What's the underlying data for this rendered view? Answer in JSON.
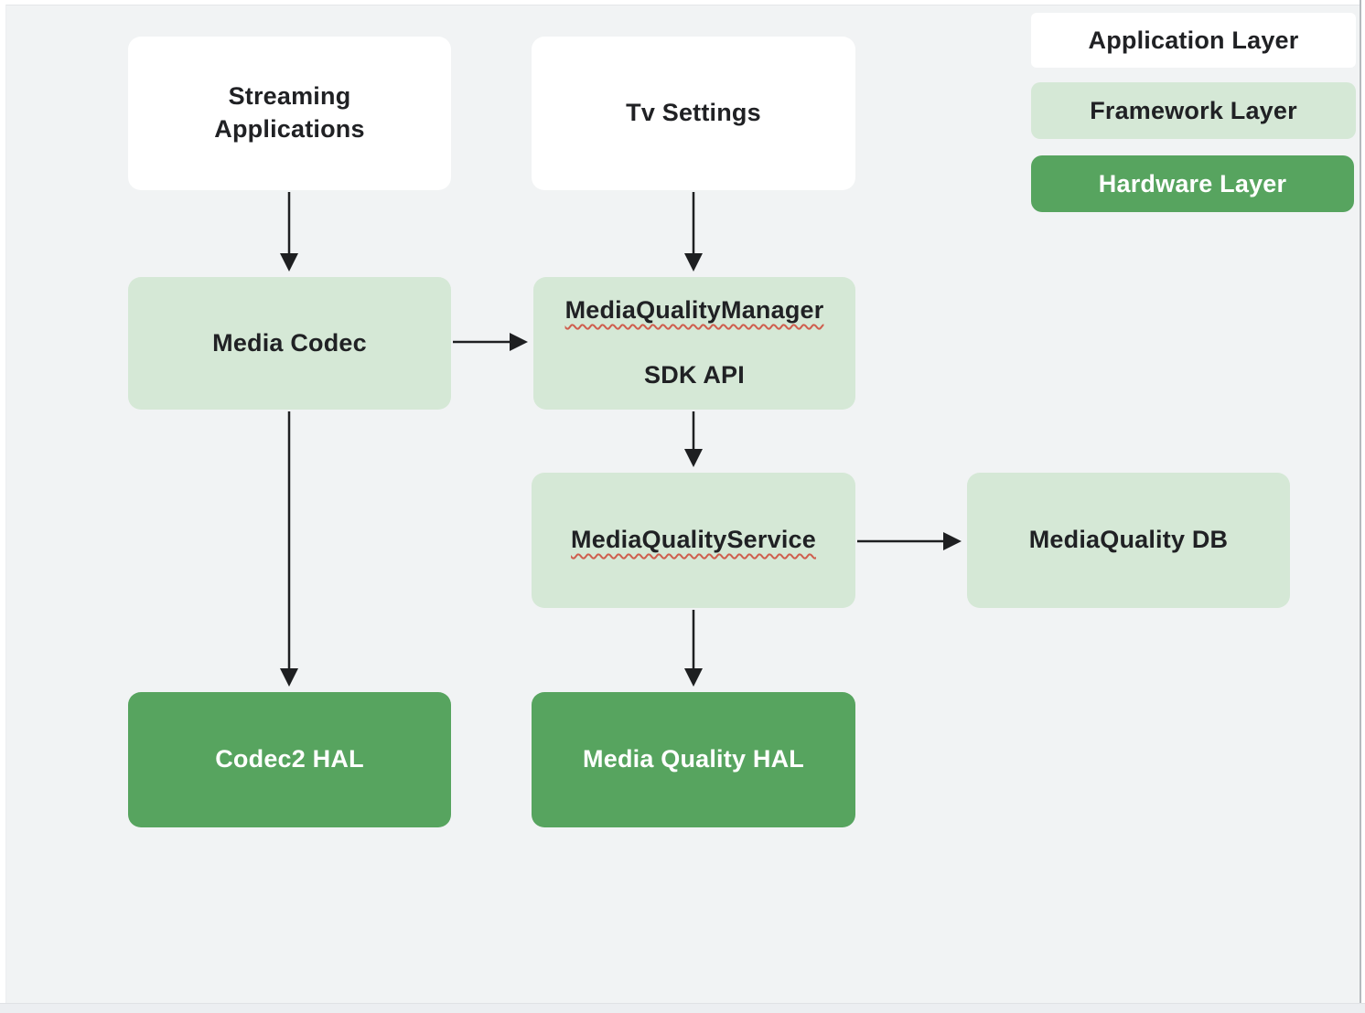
{
  "diagram": {
    "nodes": {
      "streaming_apps": {
        "label": "Streaming\nApplications",
        "layer": "Application Layer"
      },
      "tv_settings": {
        "label": "Tv Settings",
        "layer": "Application Layer"
      },
      "media_codec": {
        "label": "Media Codec",
        "layer": "Framework Layer"
      },
      "mqm_sdk": {
        "line1": "MediaQualityManager",
        "line2": "SDK API",
        "layer": "Framework Layer"
      },
      "mq_service": {
        "label": "MediaQualityService",
        "layer": "Framework Layer"
      },
      "mq_db": {
        "label": "MediaQuality DB",
        "layer": "Framework Layer"
      },
      "codec2_hal": {
        "label": "Codec2 HAL",
        "layer": "Hardware Layer"
      },
      "mq_hal": {
        "label": "Media Quality HAL",
        "layer": "Hardware Layer"
      }
    },
    "legend": [
      {
        "label": "Application Layer",
        "color": "#ffffff"
      },
      {
        "label": "Framework Layer",
        "color": "#d5e8d6"
      },
      {
        "label": "Hardware Layer",
        "color": "#57a45f"
      }
    ],
    "connections": [
      "Streaming Applications -> Media Codec",
      "Tv Settings -> MediaQualityManager SDK API",
      "Media Codec -> MediaQualityManager SDK API",
      "MediaQualityManager SDK API -> MediaQualityService",
      "Media Codec -> Codec2 HAL",
      "MediaQualityService -> MediaQuality DB",
      "MediaQualityService -> Media Quality HAL"
    ]
  },
  "colors": {
    "background": "#f1f3f4",
    "application_layer": "#ffffff",
    "framework_layer": "#d5e8d6",
    "hardware_layer": "#57a45f",
    "text_dark": "#202124",
    "text_light": "#ffffff",
    "arrow": "#1e1f21",
    "spellcheck_underline": "#cf5e4e"
  }
}
